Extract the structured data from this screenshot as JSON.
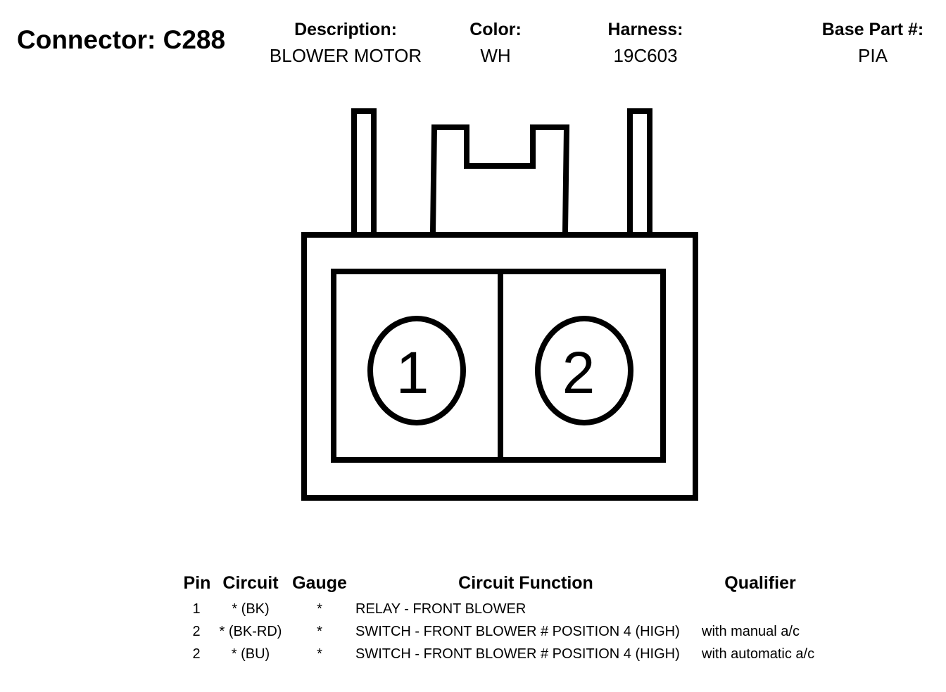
{
  "connector": {
    "label": "Connector:",
    "id": "C288"
  },
  "header": {
    "description": {
      "label": "Description:",
      "value": "BLOWER MOTOR"
    },
    "color": {
      "label": "Color:",
      "value": "WH"
    },
    "harness": {
      "label": "Harness:",
      "value": "19C603"
    },
    "base_part": {
      "label": "Base Part #:",
      "value": "PIA"
    }
  },
  "diagram": {
    "pins": [
      "1",
      "2"
    ]
  },
  "table": {
    "headers": {
      "pin": "Pin",
      "circuit": "Circuit",
      "gauge": "Gauge",
      "function": "Circuit Function",
      "qualifier": "Qualifier"
    },
    "rows": [
      {
        "pin": "1",
        "circuit": "* (BK)",
        "gauge": "*",
        "function": "RELAY - FRONT BLOWER",
        "qualifier": ""
      },
      {
        "pin": "2",
        "circuit": "* (BK-RD)",
        "gauge": "*",
        "function": "SWITCH - FRONT BLOWER # POSITION 4 (HIGH)",
        "qualifier": "with manual a/c"
      },
      {
        "pin": "2",
        "circuit": "* (BU)",
        "gauge": "*",
        "function": "SWITCH - FRONT BLOWER # POSITION 4 (HIGH)",
        "qualifier": "with automatic a/c"
      }
    ]
  }
}
